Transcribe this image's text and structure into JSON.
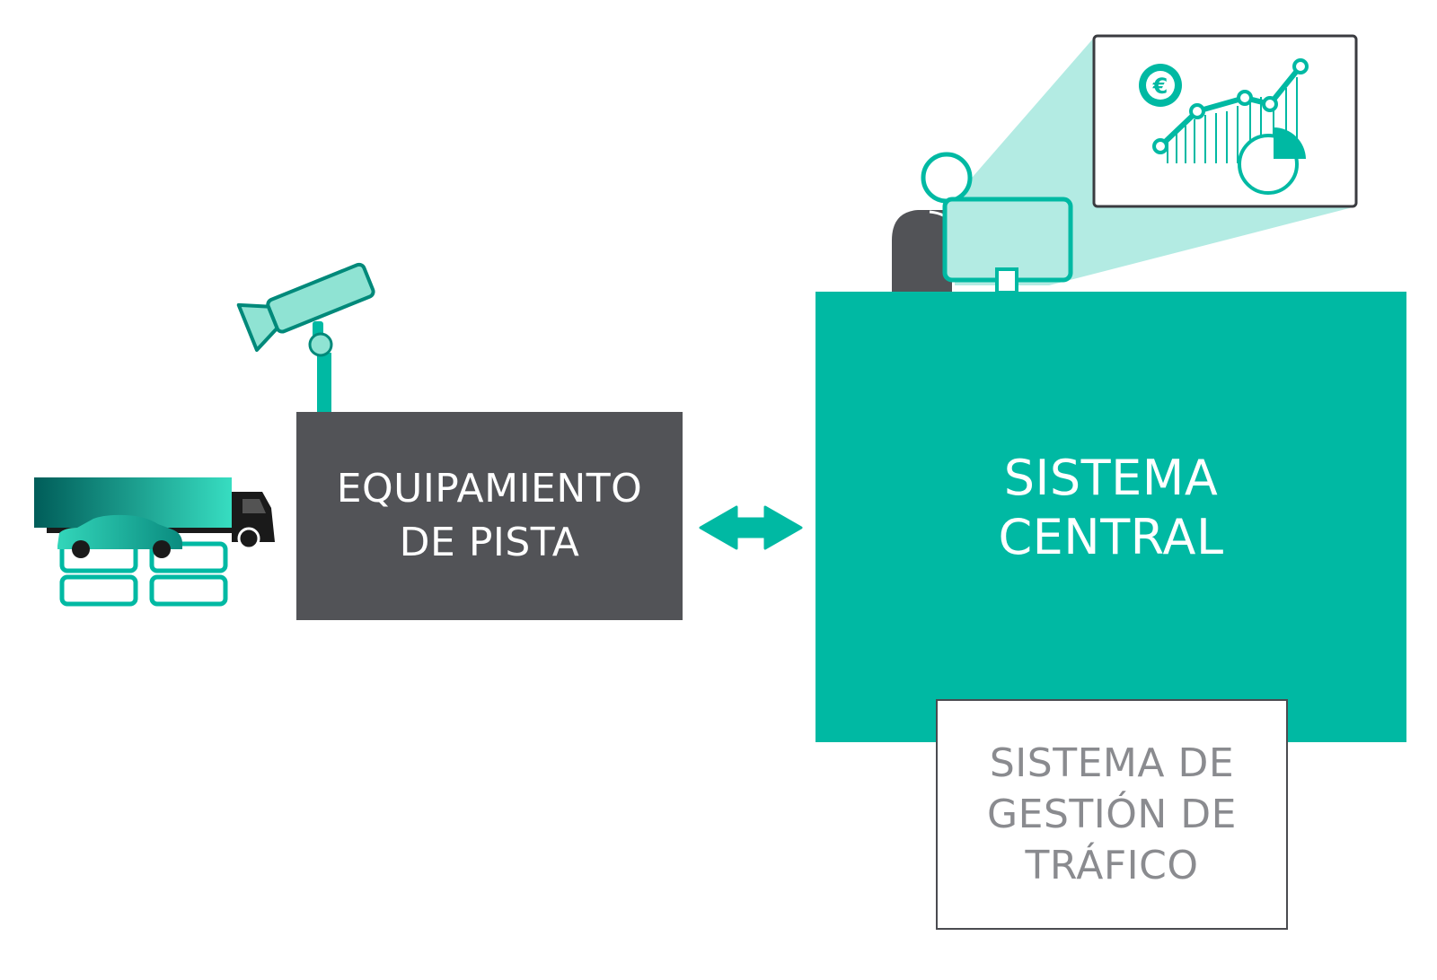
{
  "colors": {
    "teal": "#00b9a3",
    "teal_light": "#b3ebe3",
    "dark_gray": "#525357",
    "text_gray": "#8a8b8f",
    "white": "#ffffff",
    "black": "#1a1a1a"
  },
  "icons": [
    "truck-icon",
    "car-icon",
    "road-sensor-icon",
    "surveillance-camera-icon",
    "operator-icon",
    "monitor-icon",
    "dashboard-screen-icon",
    "euro-coin-icon",
    "line-chart-icon",
    "pie-chart-icon",
    "bidirectional-arrow-icon"
  ],
  "nodes": {
    "track_equipment": {
      "line1": "EQUIPAMIENTO",
      "line2": "DE PISTA"
    },
    "central_system": {
      "line1": "SISTEMA",
      "line2": "CENTRAL"
    },
    "traffic_management": {
      "line1": "SISTEMA DE",
      "line2": "GESTIÓN DE",
      "line3": "TRÁFICO"
    }
  },
  "dashboard": {
    "currency_symbol": "€"
  }
}
